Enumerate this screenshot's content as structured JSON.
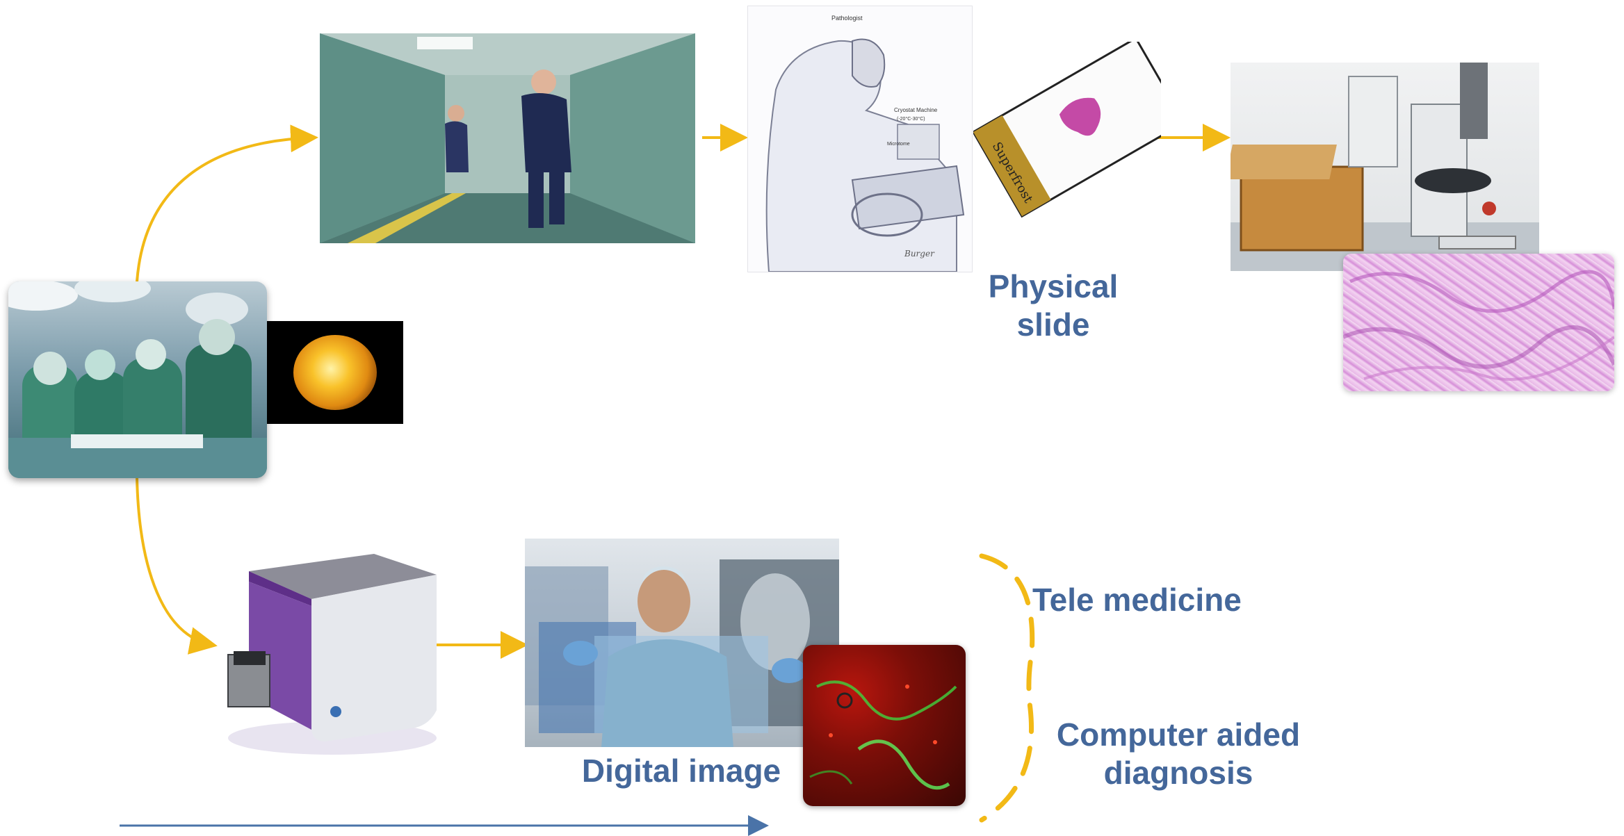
{
  "labels": {
    "physical_slide_line1": "Physical",
    "physical_slide_line2": "slide",
    "digital_image": "Digital image",
    "tele_medicine": "Tele medicine",
    "computer_aided_line1": "Computer aided",
    "computer_aided_line2": "diagnosis"
  },
  "sketch_text": {
    "title": "Pathologist",
    "machine_line1": "Cryostat Machine",
    "machine_line2": "(-20°C-30°C)",
    "microtome": "Microtome",
    "signature": "Burger"
  },
  "slide_text": "Superfrost",
  "colors": {
    "arrow": "#f2b916",
    "label": "#44679a",
    "timeline": "#4a73a8",
    "brace": "#f2b916"
  },
  "icons": {
    "surgery": "surgery-team-photo",
    "tissue": "tissue-sample-photo",
    "corridor": "hospital-corridor-photo",
    "pathologist": "pathologist-sketch",
    "slide": "glass-slide-photo",
    "microscope": "microscope-lab-photo",
    "histology": "pink-histology-image",
    "scanner": "slide-scanner-device",
    "doctor": "doctor-digital-display-photo",
    "fluorescence": "fluorescence-microscopy-image"
  }
}
